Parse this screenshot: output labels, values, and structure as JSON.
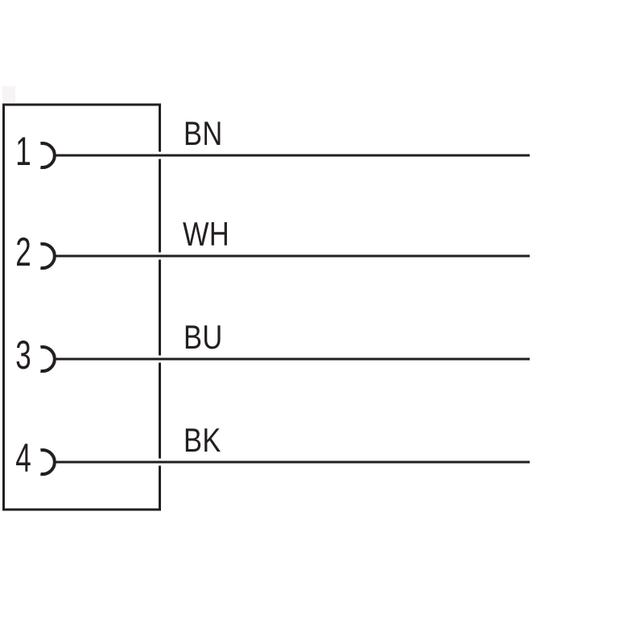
{
  "diagram": {
    "type": "connector-pinout-wiring-diagram",
    "background_color": "#ffffff",
    "line_color": "#231f20",
    "watermark_color": "#f6f5f4",
    "connector": {
      "pin_count": "4"
    },
    "pins": [
      {
        "number": "1",
        "wire_label": "BN"
      },
      {
        "number": "2",
        "wire_label": "WH"
      },
      {
        "number": "3",
        "wire_label": "BU"
      },
      {
        "number": "4",
        "wire_label": "BK"
      }
    ]
  }
}
